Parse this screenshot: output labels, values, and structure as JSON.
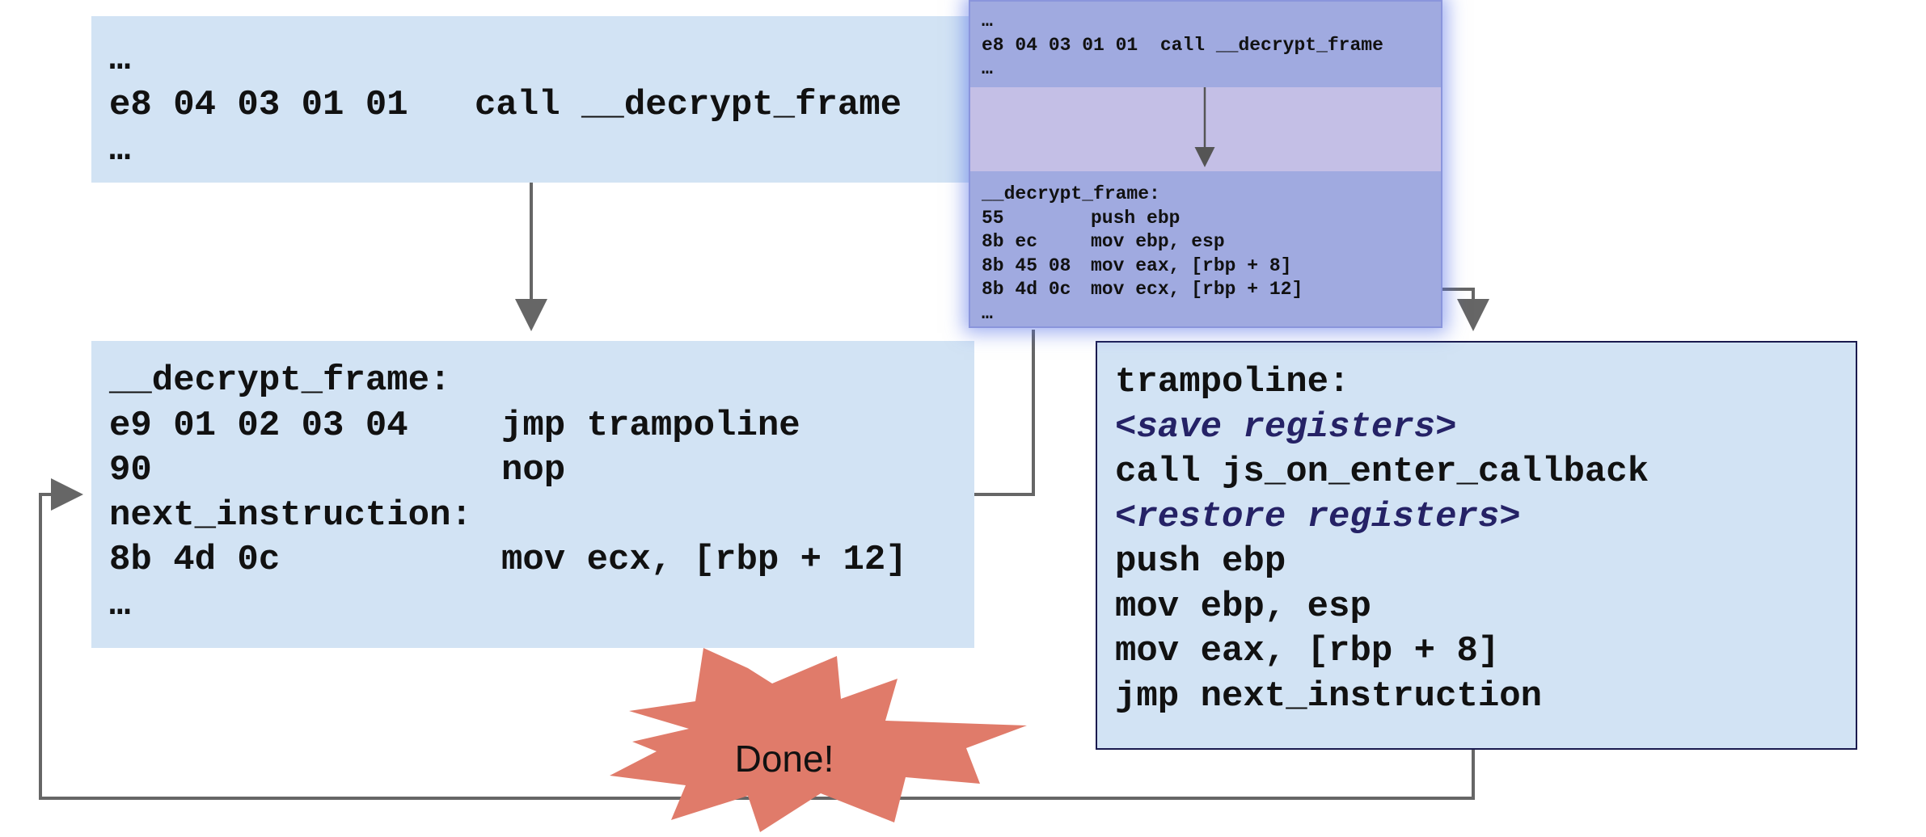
{
  "call_block": {
    "lines": [
      {
        "bytes": "…",
        "instr": ""
      },
      {
        "bytes": "e8 04 03 01 01",
        "instr": "call __decrypt_frame"
      },
      {
        "bytes": "…",
        "instr": ""
      }
    ]
  },
  "decrypt_block": {
    "lines": [
      {
        "bytes": "__decrypt_frame:",
        "instr": ""
      },
      {
        "bytes": "e9 01 02 03 04",
        "instr": "jmp trampoline"
      },
      {
        "bytes": "90",
        "instr": "nop"
      },
      {
        "bytes": "next_instruction:",
        "instr": ""
      },
      {
        "bytes": "8b 4d 0c",
        "instr": "mov ecx, [rbp + 12]"
      },
      {
        "bytes": "…",
        "instr": ""
      }
    ]
  },
  "trampoline_block": {
    "label": "trampoline:",
    "save": "<save registers>",
    "call": "call js_on_enter_callback",
    "restore": "<restore registers>",
    "instr1": "push ebp",
    "instr2": "mov ebp, esp",
    "instr3": "mov eax, [rbp + 8]",
    "instr4": "jmp next_instruction"
  },
  "inset": {
    "top_lines": [
      {
        "bytes": "…",
        "instr": ""
      },
      {
        "bytes": "e8 04 03 01 01",
        "instr": "call __decrypt_frame",
        "joined": "e8 04 03 01 01  call __decrypt_frame"
      },
      {
        "bytes": "…",
        "instr": ""
      }
    ],
    "bottom_label": "__decrypt_frame:",
    "bottom_lines": [
      {
        "bytes": "55",
        "instr": "push ebp"
      },
      {
        "bytes": "8b ec",
        "instr": "mov ebp, esp"
      },
      {
        "bytes": "8b 45 08",
        "instr": "mov eax, [rbp + 8]"
      },
      {
        "bytes": "8b 4d 0c",
        "instr": "mov ecx, [rbp + 12]"
      }
    ],
    "bottom_ellipsis": "…"
  },
  "done_label": "Done!",
  "colors": {
    "block_fill": "#d2e3f4",
    "inset_fill": "#a0aae0",
    "inset_band": "#c4bfe6",
    "arrow": "#666666",
    "burst": "#e07b6a",
    "italic_text": "#252266"
  }
}
